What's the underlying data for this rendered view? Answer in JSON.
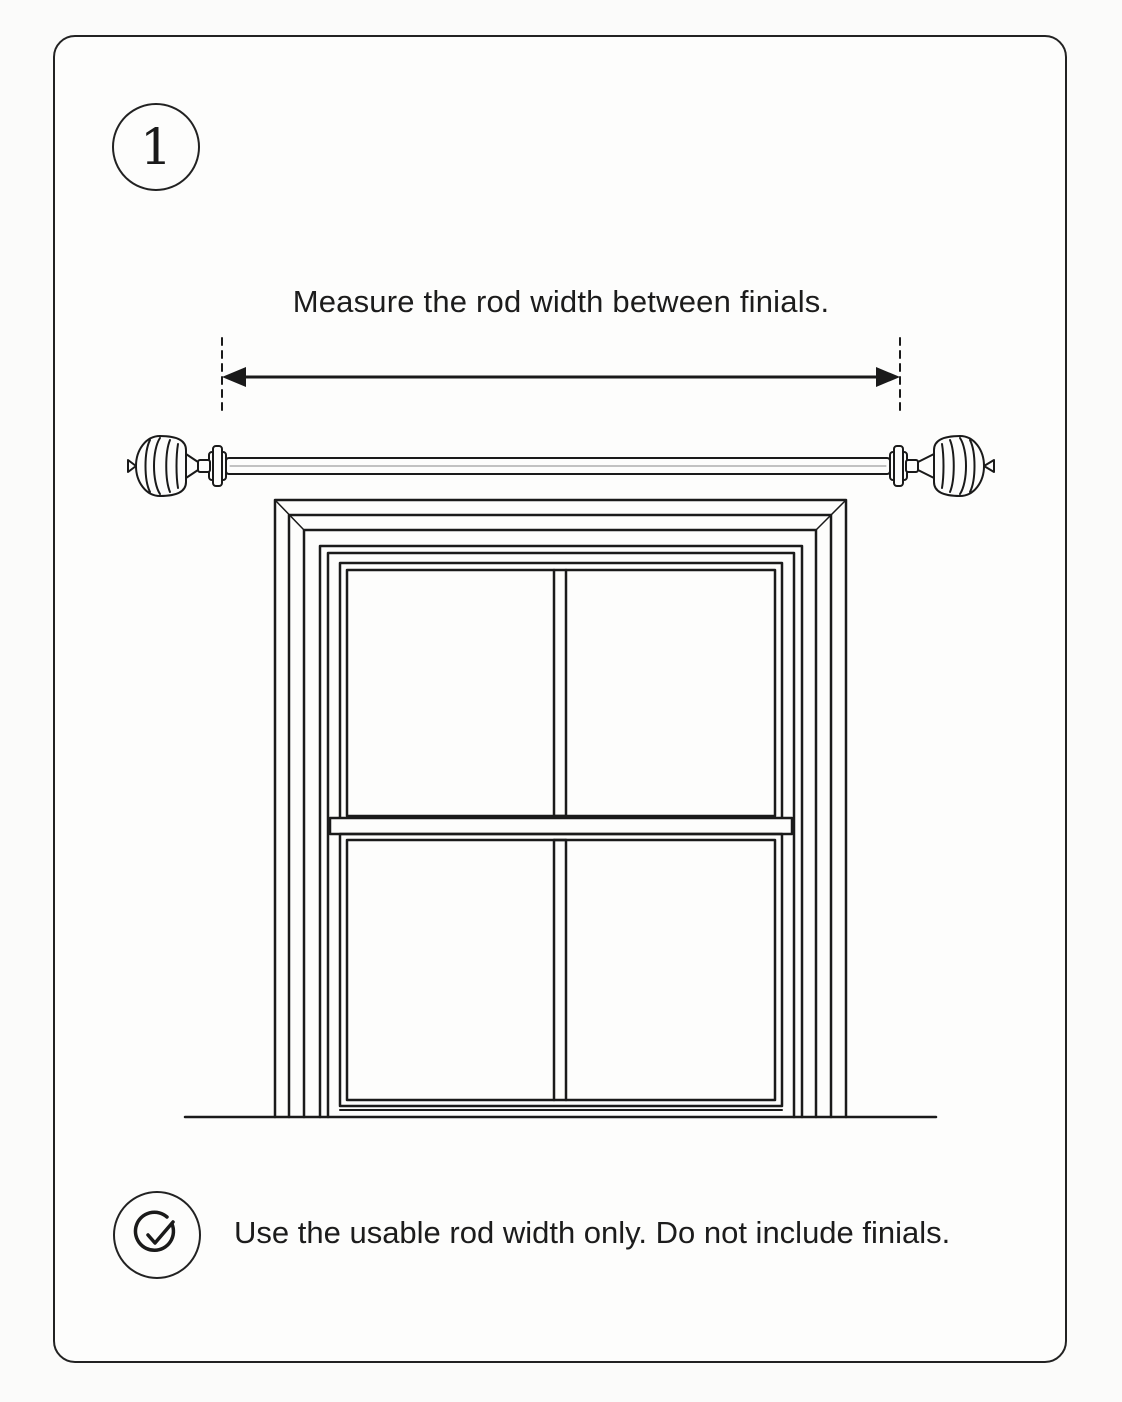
{
  "step": {
    "number": "1"
  },
  "instruction": {
    "text": "Measure the rod width between finials."
  },
  "note": {
    "icon": "check-circle-icon",
    "text": "Use the usable rod width only. Do not include finials."
  },
  "colors": {
    "line": "#1a1a1a",
    "background": "#fdfdfc",
    "border": "#222222"
  }
}
